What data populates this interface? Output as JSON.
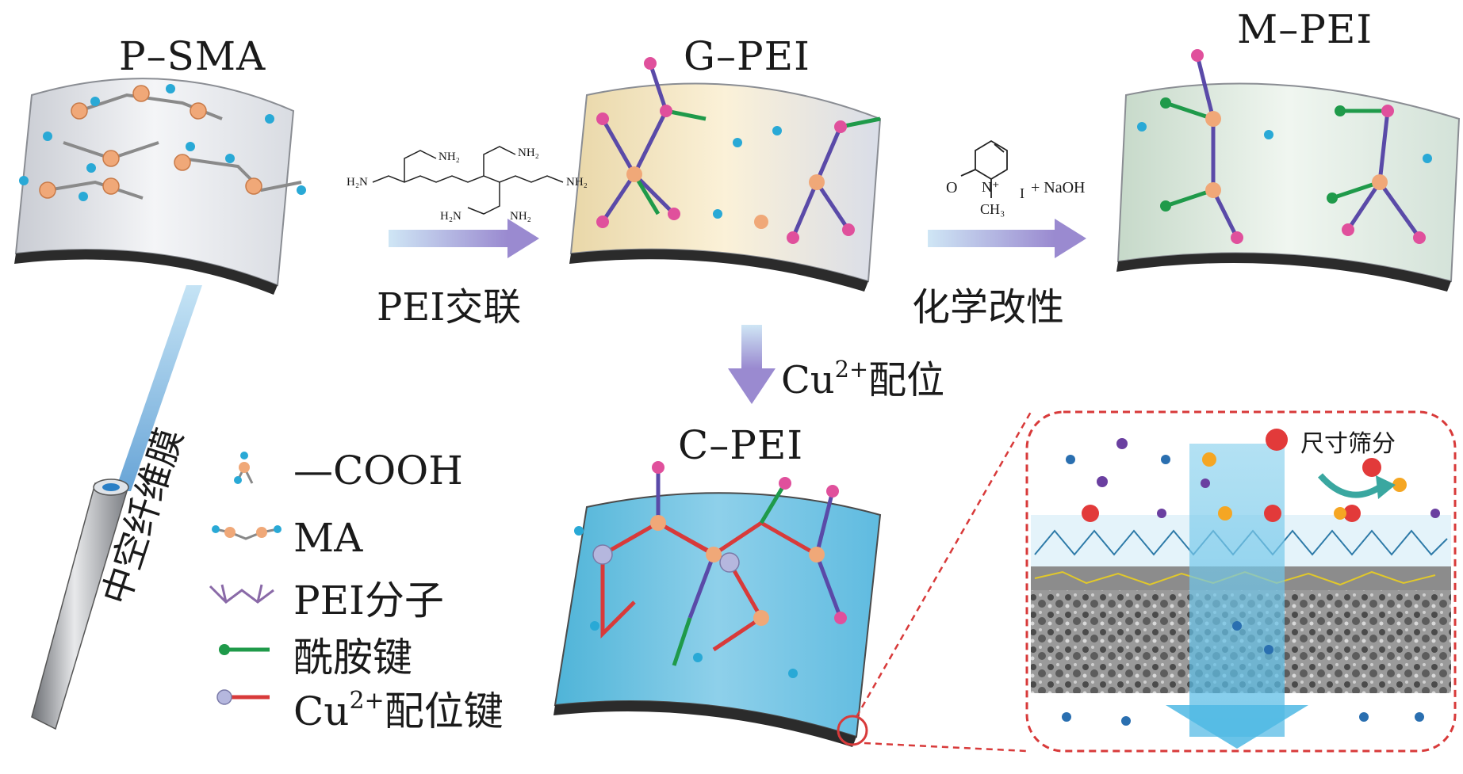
{
  "titles": {
    "psma": "P–SMA",
    "gpei": "G–PEI",
    "mpei": "M–PEI",
    "cpei": "C–PEI"
  },
  "steps": {
    "pei_crosslink": "PEI交联",
    "chem_modify": "化学改性",
    "cu_coord_base": "Cu",
    "cu_coord_sup": "2+",
    "cu_coord_tail": "配位"
  },
  "hollow_fiber_label": "中空纤维膜",
  "legend": [
    {
      "icon": "cooh-icon",
      "text": "—COOH"
    },
    {
      "icon": "ma-icon",
      "text": "MA"
    },
    {
      "icon": "pei-molecule-icon",
      "text": "PEI分子"
    },
    {
      "icon": "amide-bond-icon",
      "text": "酰胺键"
    },
    {
      "icon": "cu-bond-icon",
      "text_base": "Cu",
      "text_sup": "2+",
      "text_tail": "配位键"
    }
  ],
  "inset_label": "尺寸筛分",
  "reagent": {
    "nh2": "NH₂",
    "h2n": "H₂N",
    "n": "N",
    "h": "H",
    "o": "O",
    "i": "I",
    "naoh": "+ NaOH",
    "ch3": "CH₃",
    "nplus": "N⁺"
  },
  "colors": {
    "orange_atom": "#f0a878",
    "cyan_atom": "#29a9d6",
    "pink_atom": "#e0509c",
    "amide_green": "#1f9a4a",
    "cu_bond_red": "#d83a3a",
    "pei_purple": "#5a4aa8",
    "arrow_purple": "#9a8ad0",
    "inset_border": "#d83a3a"
  }
}
